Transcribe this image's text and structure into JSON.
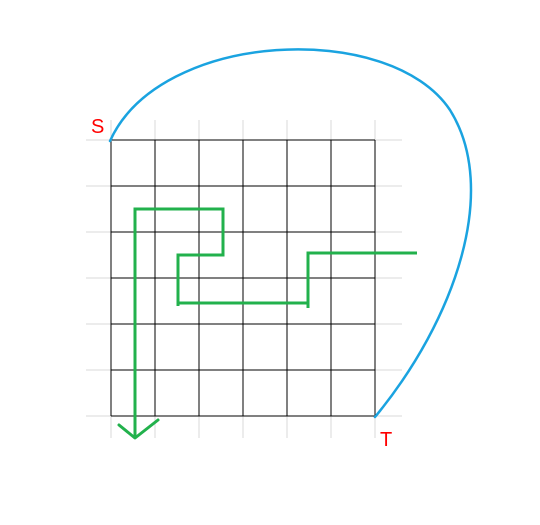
{
  "grid": {
    "columns": 6,
    "rows": 6,
    "line_color": "#000000",
    "faint_line_color": "#d9d9d9"
  },
  "labels": {
    "start": "S",
    "end": "T",
    "color": "#ff0000"
  },
  "arc": {
    "color": "#1aa3e0",
    "from": "S",
    "to": "T"
  },
  "path": {
    "color": "#22b14c",
    "arrow": "down"
  }
}
